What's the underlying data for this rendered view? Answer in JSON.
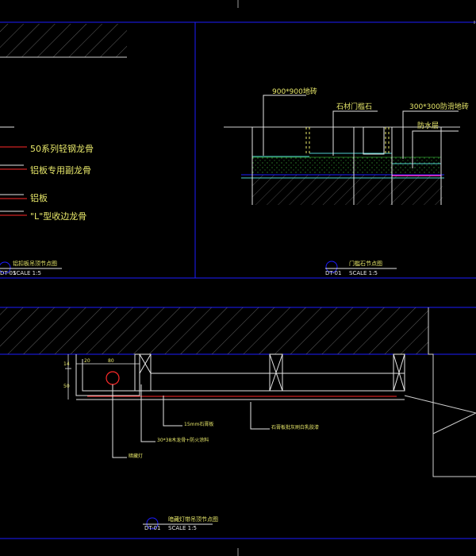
{
  "colors": {
    "background": "#000000",
    "frame": "#1c1cff",
    "text_yellow": "#e8e86a",
    "text_white": "#e6e6e6",
    "accent_red": "#ff2a2a",
    "hatch_green": "#3cbf3c",
    "surface_cyan": "#4fd0d0",
    "waterproof_magenta": "#ff33cc"
  },
  "detail_ceiling_profile": {
    "callouts": [
      "50系列轻钢龙骨",
      "铝板专用副龙骨",
      "铝板",
      "\"L\"型收边龙骨"
    ],
    "title_code": "DT-01",
    "title": "铝扣板吊顶节点图",
    "scale": "SCALE 1:5"
  },
  "detail_threshold": {
    "callouts": {
      "floor_tile": "900*900地砖",
      "threshold_stone": "石材门槛石",
      "antislip_tile": "300*300防滑地砖",
      "waterproof": "防水层"
    },
    "title_code": "DT-01",
    "title": "门槛石节点图",
    "scale": "SCALE 1:5"
  },
  "detail_hidden_light": {
    "dimensions": {
      "w20": "20",
      "w80": "80",
      "h14": "14",
      "h50": "50"
    },
    "callouts": {
      "gypsum": "15mm石膏板",
      "keel": "30*38木龙骨+防火涂料",
      "finish": "石膏板批灰刷白乳胶漆",
      "light": "暗藏灯"
    },
    "title_code": "DT-01",
    "title": "暗藏灯带吊顶节点图",
    "scale": "SCALE 1:5"
  }
}
